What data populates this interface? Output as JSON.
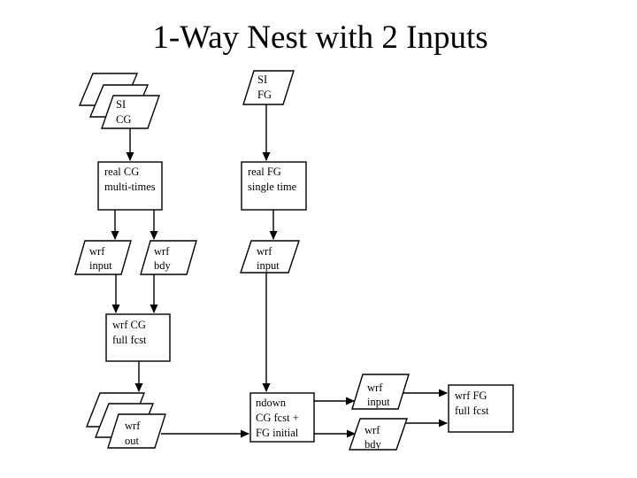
{
  "title": "1-Way Nest with 2 Inputs",
  "colors": {
    "stroke": "#000000",
    "fill": "#ffffff",
    "text": "#000000",
    "background": "#ffffff"
  },
  "nodes": {
    "si_cg": {
      "type": "stacked-parallelogram",
      "lines": [
        "SI",
        "CG"
      ]
    },
    "si_fg": {
      "type": "parallelogram",
      "lines": [
        "SI",
        "FG"
      ]
    },
    "real_cg": {
      "type": "process-box",
      "lines": [
        "real CG",
        "multi-times"
      ]
    },
    "real_fg": {
      "type": "process-box",
      "lines": [
        "real FG",
        "single time"
      ]
    },
    "wrf_input_cg": {
      "type": "parallelogram",
      "lines": [
        "wrf",
        "input"
      ]
    },
    "wrf_bdy_cg": {
      "type": "parallelogram",
      "lines": [
        "wrf",
        "bdy"
      ]
    },
    "wrf_input_fg": {
      "type": "parallelogram",
      "lines": [
        "wrf",
        "input"
      ]
    },
    "wrf_cg_fcst": {
      "type": "process-box",
      "lines": [
        "wrf CG",
        "full fcst"
      ]
    },
    "wrf_out": {
      "type": "stacked-parallelogram",
      "lines": [
        "wrf",
        "out"
      ]
    },
    "ndown": {
      "type": "process-box",
      "lines": [
        "ndown",
        "CG fcst +",
        "FG initial"
      ]
    },
    "wrf_input_nd": {
      "type": "parallelogram",
      "lines": [
        "wrf",
        "input"
      ]
    },
    "wrf_bdy_nd": {
      "type": "parallelogram",
      "lines": [
        "wrf",
        "bdy"
      ]
    },
    "wrf_fg_fcst": {
      "type": "process-box",
      "lines": [
        "wrf FG",
        "full fcst"
      ]
    }
  },
  "edges": [
    {
      "from": "si_cg",
      "to": "real_cg"
    },
    {
      "from": "si_fg",
      "to": "real_fg"
    },
    {
      "from": "real_cg",
      "to": "wrf_input_cg"
    },
    {
      "from": "real_cg",
      "to": "wrf_bdy_cg"
    },
    {
      "from": "real_fg",
      "to": "wrf_input_fg"
    },
    {
      "from": "wrf_input_cg",
      "to": "wrf_cg_fcst"
    },
    {
      "from": "wrf_bdy_cg",
      "to": "wrf_cg_fcst"
    },
    {
      "from": "wrf_cg_fcst",
      "to": "wrf_out"
    },
    {
      "from": "wrf_input_fg",
      "to": "ndown"
    },
    {
      "from": "wrf_out",
      "to": "ndown"
    },
    {
      "from": "ndown",
      "to": "wrf_input_nd"
    },
    {
      "from": "ndown",
      "to": "wrf_bdy_nd"
    },
    {
      "from": "wrf_input_nd",
      "to": "wrf_fg_fcst"
    },
    {
      "from": "wrf_bdy_nd",
      "to": "wrf_fg_fcst"
    }
  ]
}
